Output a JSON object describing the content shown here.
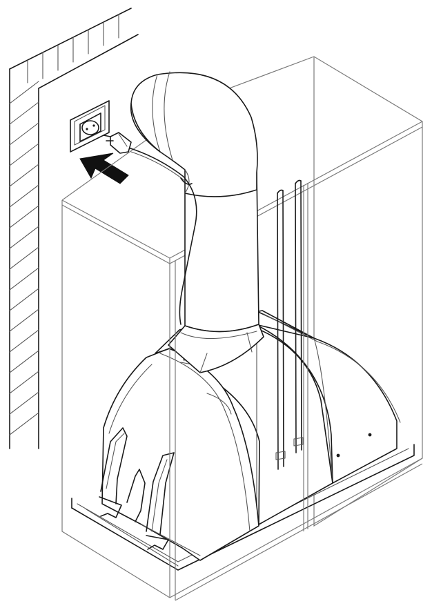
{
  "figure": {
    "step": "connect-power-plug",
    "colors": {
      "line": "#1a1a1a",
      "thin_line": "#555555",
      "cabinet_line": "#7a7a7a",
      "arrow": "#111111",
      "background": "#ffffff"
    },
    "icons": [
      "wall-hatch",
      "wall-socket-icon",
      "power-plug-icon",
      "insert-arrow-icon",
      "exhaust-duct",
      "range-hood-unit",
      "cabinet-outline",
      "mounting-rods",
      "grease-filter-clips"
    ]
  }
}
